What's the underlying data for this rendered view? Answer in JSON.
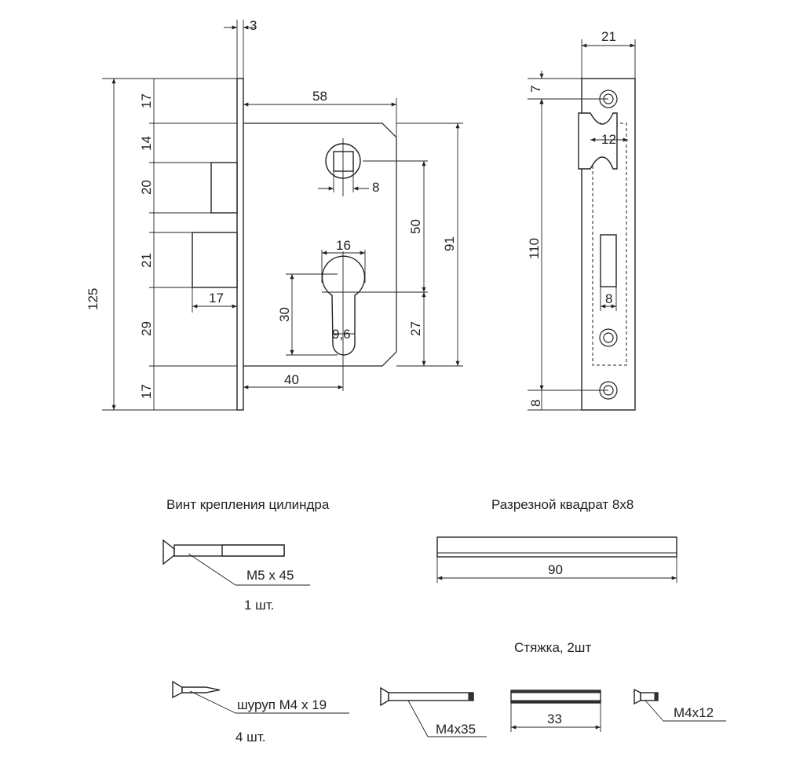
{
  "lock_front": {
    "dims": {
      "faceplate_thickness": "3",
      "backset_top": "58",
      "total_height": "125",
      "seg_top": "17",
      "seg_2": "14",
      "latch_height": "20",
      "bolt_height": "21",
      "seg_5": "29",
      "seg_bottom": "17",
      "bolt_throw": "17",
      "spindle_square": "8",
      "cylinder_width": "16",
      "spindle_to_cylinder": "50",
      "body_height": "91",
      "cylinder_length": "30",
      "cylinder_small": "9,6",
      "cylinder_to_bottom": "27",
      "backset": "40"
    }
  },
  "lock_side": {
    "dims": {
      "faceplate_width": "21",
      "top_hole": "7",
      "latch_slot_width": "12",
      "hole_spacing": "110",
      "bolt_slot_width": "8",
      "bottom_hole": "8"
    }
  },
  "parts": {
    "cylinder_screw": {
      "title": "Винт крепления цилиндра",
      "size": "M5 x 45",
      "qty": "1 шт."
    },
    "split_spindle": {
      "title": "Разрезной квадрат 8x8",
      "length": "90"
    },
    "wood_screw": {
      "label": "шуруп M4 x 19",
      "qty": "4 шт."
    },
    "tie": {
      "title": "Стяжка, 2шт",
      "screw_long": "M4x35",
      "sleeve_length": "33",
      "screw_short": "M4x12"
    }
  }
}
